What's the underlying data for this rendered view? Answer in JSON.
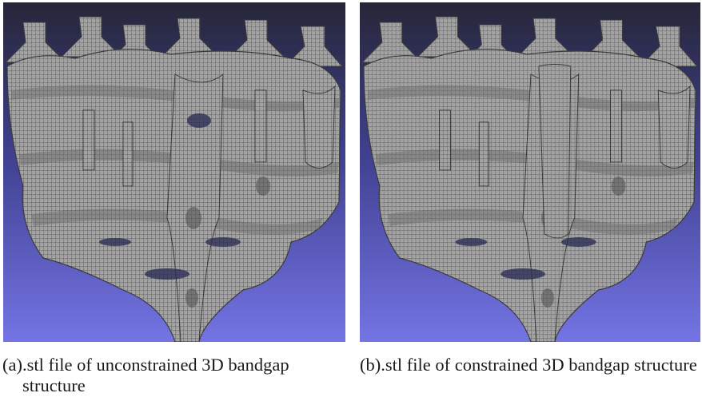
{
  "figure": {
    "panels": [
      {
        "label": "(a)",
        "caption": ".stl file of unconstrained 3D bandgap structure"
      },
      {
        "label": "(b)",
        "caption": ".stl file of constrained 3D bandgap structure"
      }
    ]
  },
  "colors": {
    "viewport_top": "#262638",
    "viewport_bottom": "#7474e4",
    "mesh_fill": "#a8a8a8",
    "mesh_edge": "#4e4e4e"
  }
}
